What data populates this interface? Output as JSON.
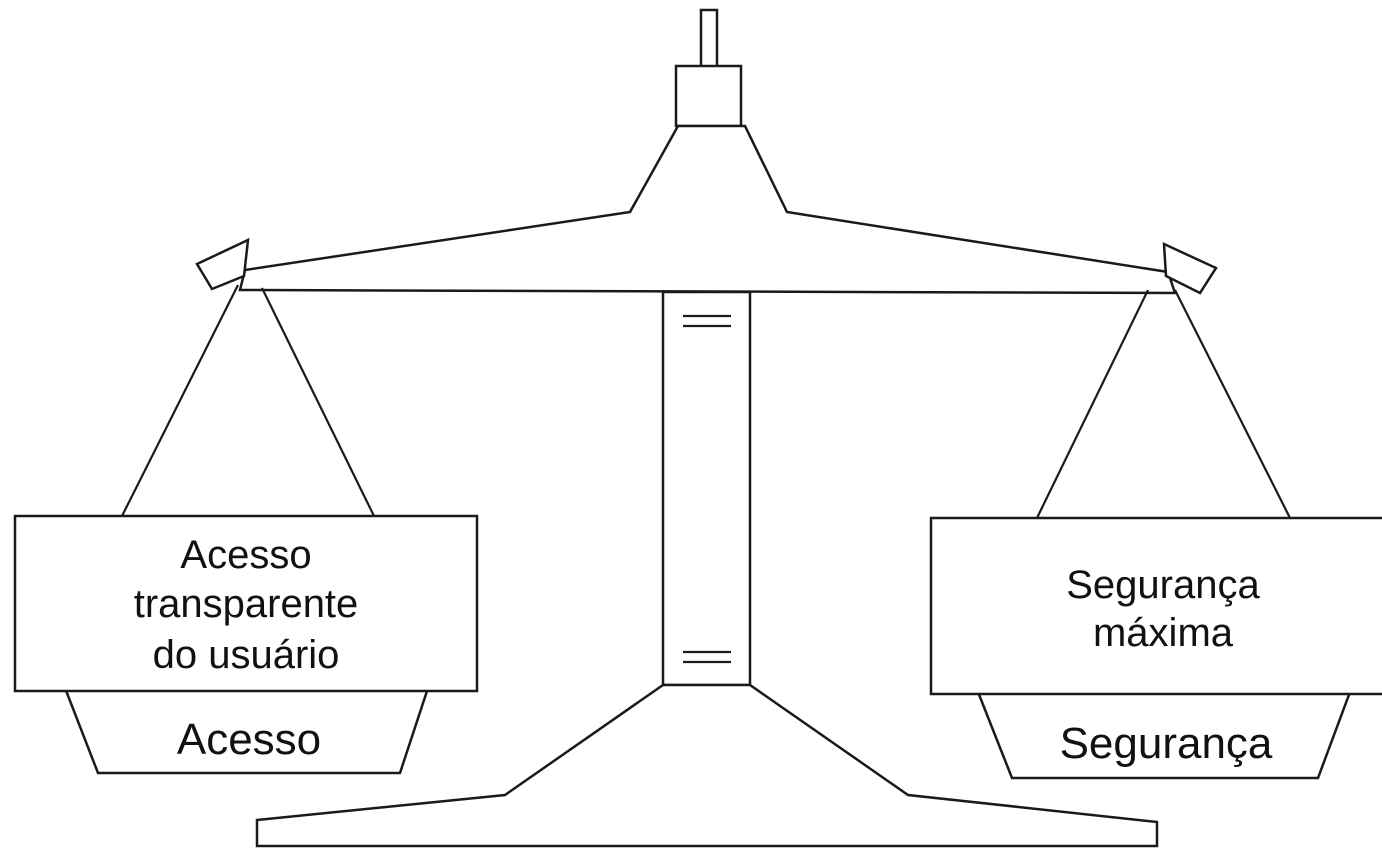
{
  "left_pan": {
    "box_lines": [
      "Acesso",
      "transparente",
      "do usuário"
    ],
    "weight_label": "Acesso"
  },
  "right_pan": {
    "box_lines": [
      "Segurança",
      "máxima"
    ],
    "weight_label": "Segurança"
  },
  "colors": {
    "stroke": "#1a1a1a",
    "background": "#ffffff"
  }
}
